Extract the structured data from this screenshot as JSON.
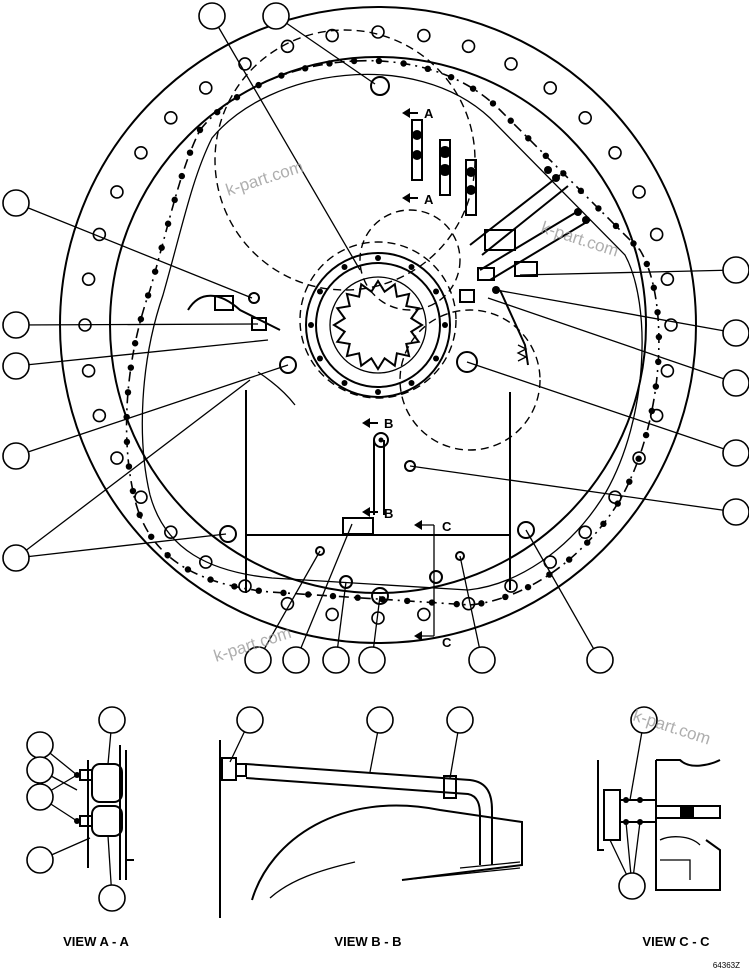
{
  "views": {
    "a": "VIEW A - A",
    "b": "VIEW B - B",
    "c": "VIEW C - C"
  },
  "section_markers": {
    "a": "A",
    "b": "B",
    "c": "C"
  },
  "watermark": "k-part.com",
  "drawing_number": "64363Z"
}
